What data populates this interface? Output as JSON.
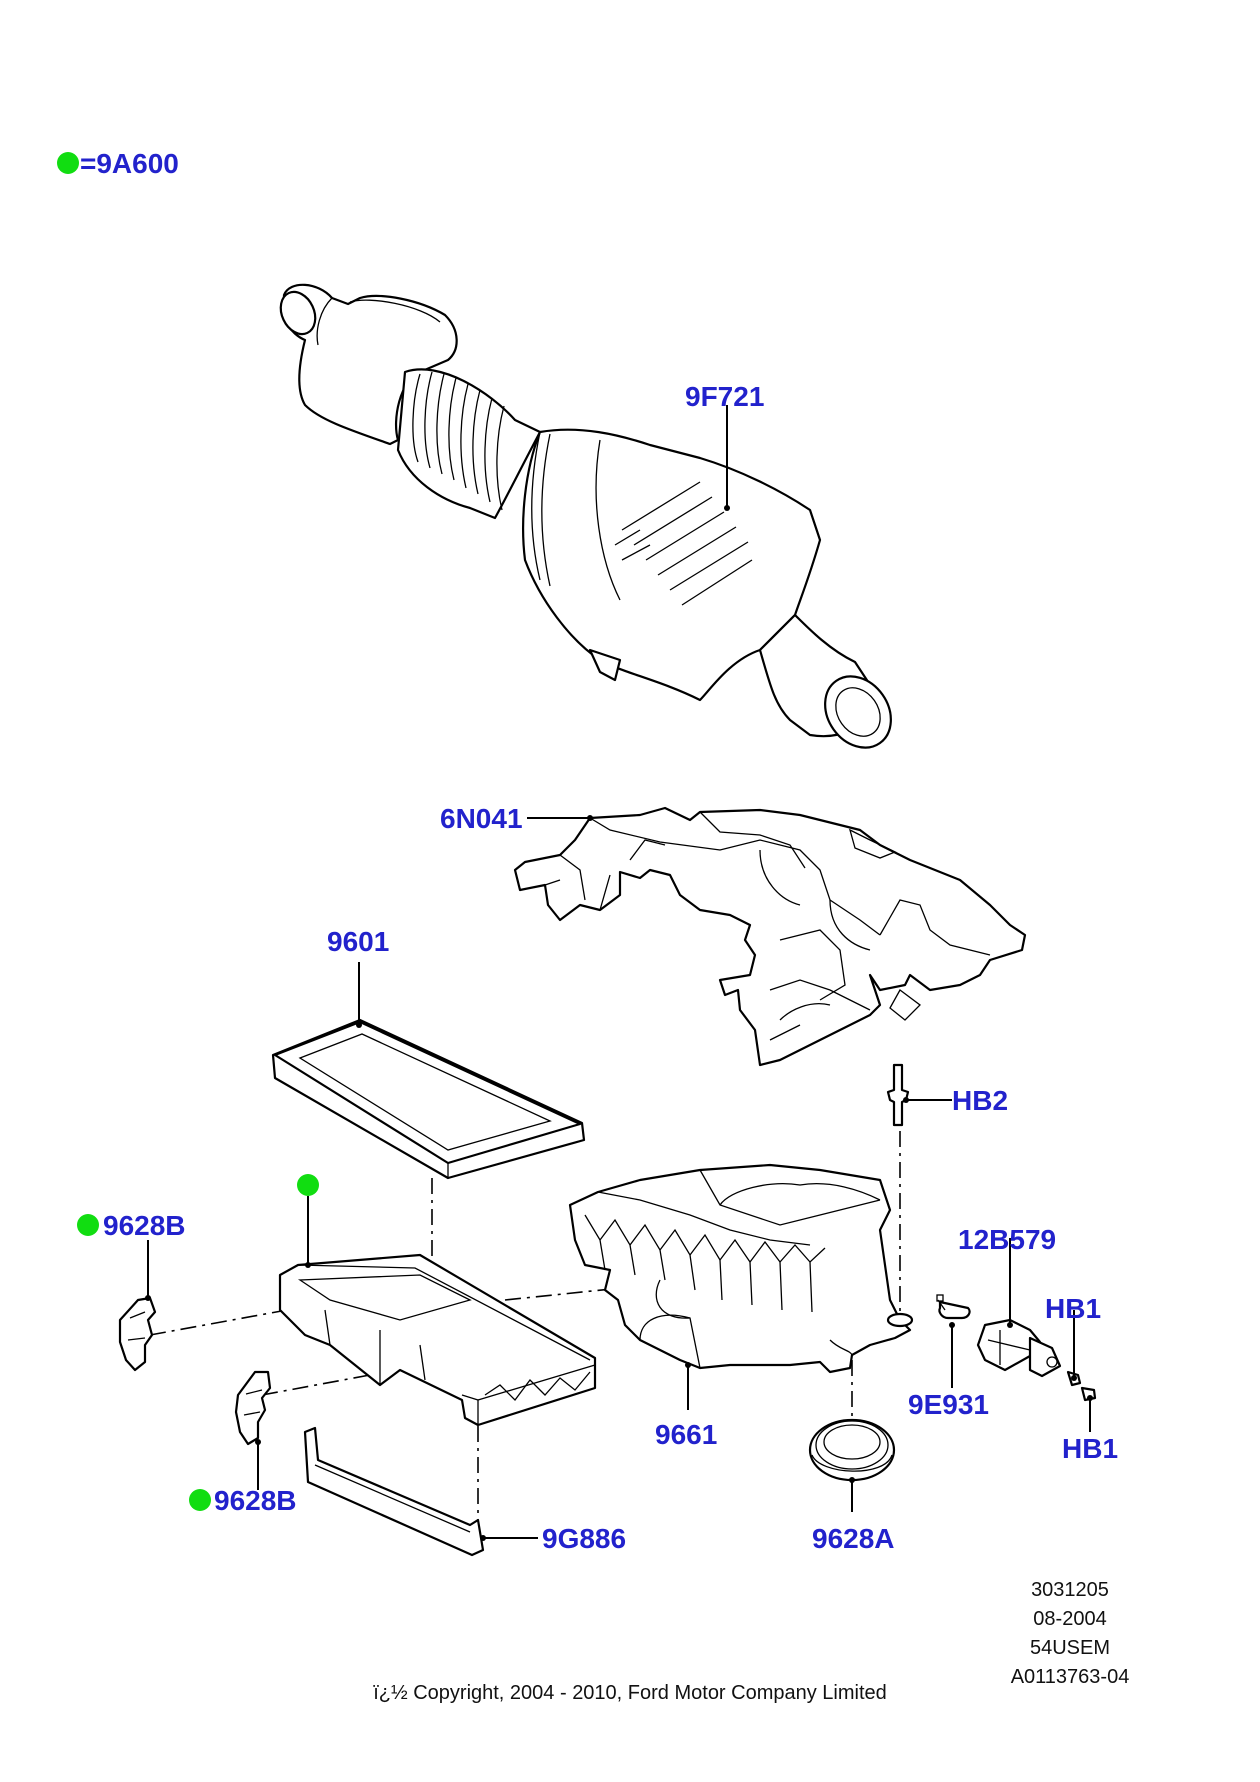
{
  "legend": {
    "marker_color": "#11dd11",
    "text": "=9A600"
  },
  "labels": {
    "9F721": "9F721",
    "6N041": "6N041",
    "9601": "9601",
    "HB2": "HB2",
    "12B579": "12B579",
    "HB1_top": "HB1",
    "9628B_top": "9628B",
    "9661": "9661",
    "9E931": "9E931",
    "HB1_bottom": "HB1",
    "9628B_bottom": "9628B",
    "9G886": "9G886",
    "9628A": "9628A"
  },
  "label_color": "#2222cc",
  "info_block": [
    "3031205",
    "08-2004",
    "54USEM",
    "A0113763-04"
  ],
  "copyright": "ï¿½ Copyright, 2004 - 2010, Ford Motor Company Limited"
}
